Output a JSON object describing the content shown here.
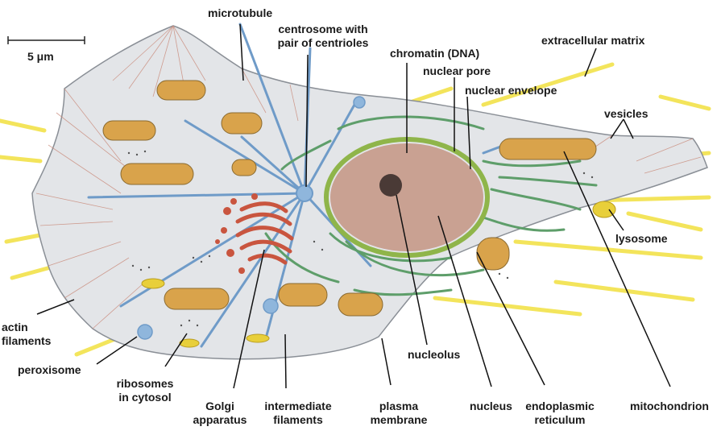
{
  "scale_bar": {
    "label": "5 μm"
  },
  "labels": {
    "microtubule": "microtubule",
    "centrosome_l1": "centrosome with",
    "centrosome_l2": "pair of centrioles",
    "chromatin": "chromatin (DNA)",
    "nuclear_pore": "nuclear pore",
    "nuclear_envelope": "nuclear envelope",
    "extracellular_matrix": "extracellular matrix",
    "vesicles": "vesicles",
    "lysosome": "lysosome",
    "actin_l1": "actin",
    "actin_l2": "filaments",
    "peroxisome": "peroxisome",
    "ribosomes_l1": "ribosomes",
    "ribosomes_l2": "in cytosol",
    "golgi_l1": "Golgi",
    "golgi_l2": "apparatus",
    "intermediate_l1": "intermediate",
    "intermediate_l2": "filaments",
    "plasma_l1": "plasma",
    "plasma_l2": "membrane",
    "nucleolus": "nucleolus",
    "nucleus": "nucleus",
    "er_l1": "endoplasmic",
    "er_l2": "reticulum",
    "mitochondrion": "mitochondrion"
  },
  "colors": {
    "cytoplasm": "#e3e5e8",
    "membrane": "#8a8f96",
    "microtubule": "#6f9bc8",
    "nucleus": "#c9a192",
    "nuclear_envelope": "#8fb54a",
    "er": "#5e9e6a",
    "golgi": "#c9553f",
    "mitochondrion": "#d9a34b",
    "ecm": "#f2e24a",
    "actin": "#c98a7a",
    "lysosome": "#e8cf3a",
    "peroxisome": "#6f9bc8"
  }
}
